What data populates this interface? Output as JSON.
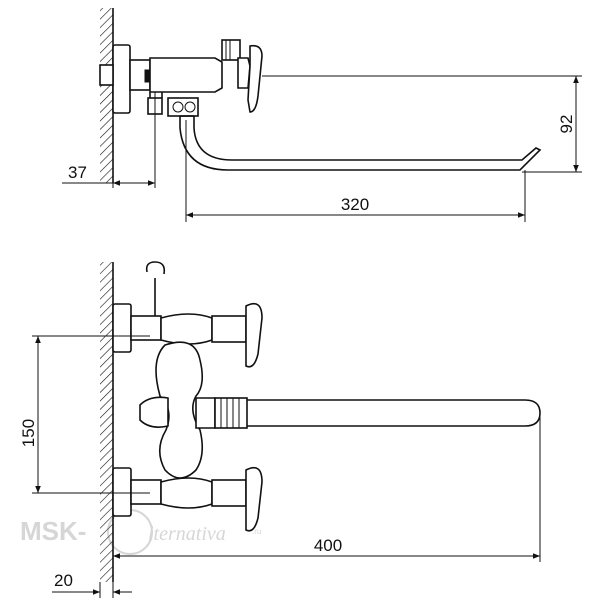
{
  "dimensions": {
    "depth_from_wall": "37",
    "spout_reach": "320",
    "spout_height": "92",
    "inlet_spacing": "150",
    "total_length": "400",
    "wall_thickness": "20"
  },
  "watermark": {
    "brand": "MSK-",
    "mark": "lternativa",
    "suffix": ".ru"
  }
}
